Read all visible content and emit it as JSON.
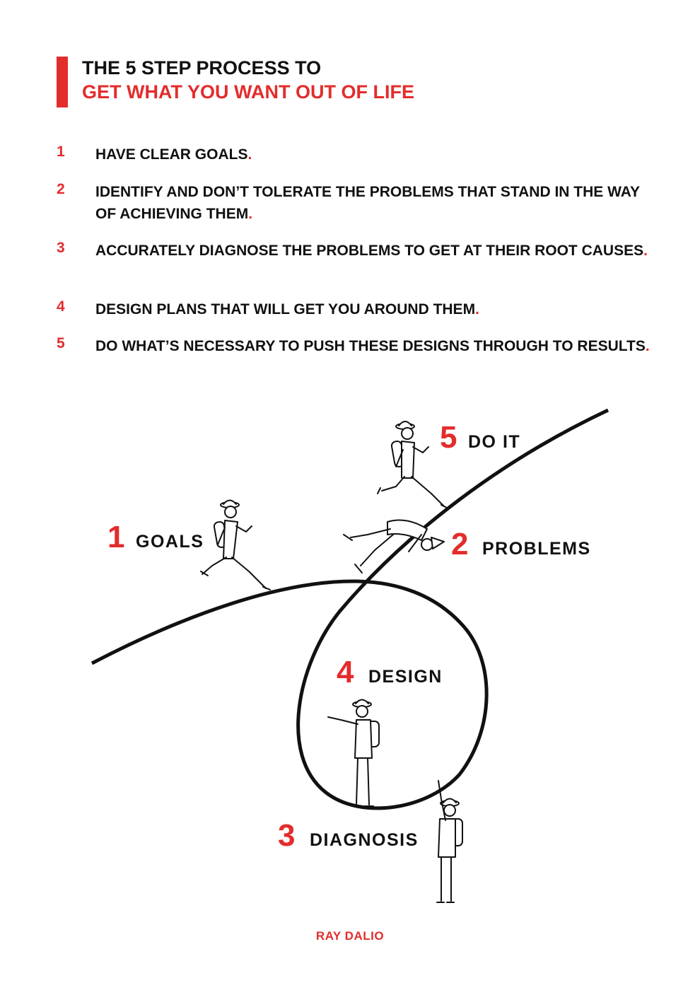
{
  "header": {
    "title_line1": "THE 5 STEP PROCESS TO",
    "title_line2": "GET WHAT YOU WANT OUT OF LIFE"
  },
  "steps": [
    {
      "number": "1",
      "text": "HAVE CLEAR GOALS",
      "end": "."
    },
    {
      "number": "2",
      "text": "IDENTIFY AND DON’T TOLERATE THE PROBLEMS THAT STAND IN THE WAY OF ACHIEVING THEM",
      "end": "."
    },
    {
      "number": "3",
      "text": "ACCURATELY DIAGNOSE THE PROBLEMS TO GET AT THEIR ROOT CAUSES",
      "end": "."
    },
    {
      "number": "4",
      "text": "DESIGN PLANS THAT WILL GET YOU AROUND THEM",
      "end": "."
    },
    {
      "number": "5",
      "text": "DO WHAT’S NECESSARY TO PUSH THESE DESIGNS THROUGH TO RESULTS",
      "end": "."
    }
  ],
  "diagram": {
    "labels": [
      {
        "number": "1",
        "word": "GOALS"
      },
      {
        "number": "2",
        "word": "PROBLEMS"
      },
      {
        "number": "3",
        "word": "DIAGNOSIS"
      },
      {
        "number": "4",
        "word": "DESIGN"
      },
      {
        "number": "5",
        "word": "DO IT"
      }
    ]
  },
  "footer": {
    "author": "RAY DALIO"
  },
  "colors": {
    "accent": "#e32c2c",
    "text": "#111111",
    "background": "#ffffff"
  }
}
